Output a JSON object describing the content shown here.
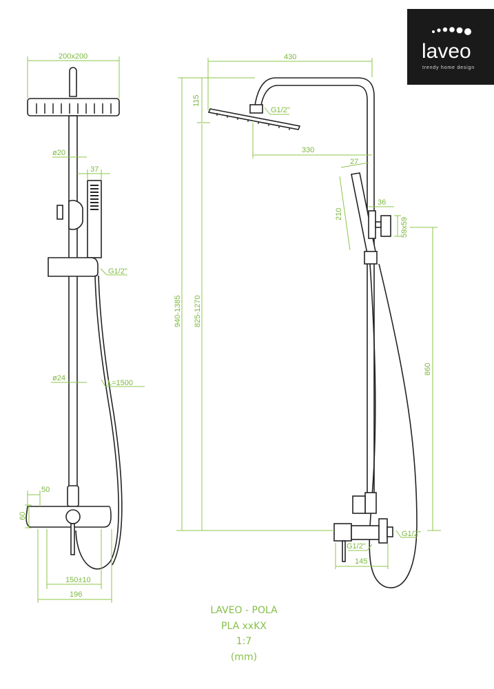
{
  "logo": {
    "brand": "laveo",
    "tagline": "trendy home design",
    "background": "#1a1a1a"
  },
  "front_view": {
    "head_size": "200x200",
    "rail_top_diameter": "ø20",
    "handshower_width": "37",
    "handshower_connection": "G1/2\"",
    "rail_diameter": "ø24",
    "hose_length": "L=1500",
    "mixer_handle_width": "50",
    "mixer_height": "60",
    "mixer_spacing": "150±10",
    "mixer_width": "196"
  },
  "side_view": {
    "arm_reach": "430",
    "head_height": "115",
    "head_connection": "G1/2\"",
    "head_offset": "330",
    "handshower_depth": "27",
    "handshower_length": "210",
    "holder_depth": "36",
    "holder_size": "59x59",
    "total_height": "940-1385",
    "head_clearance": "825-1270",
    "holder_height": "860",
    "outlet_connection": "G1/2\"",
    "inlet_connection": "G1/2\"",
    "mixer_projection": "145"
  },
  "title_block": {
    "line1": "LAVEO - POLA",
    "line2": "PLA xxKX",
    "scale": "1:7",
    "units": "(mm)"
  },
  "colors": {
    "dimension": "#8cc44a",
    "outline": "#222222"
  }
}
